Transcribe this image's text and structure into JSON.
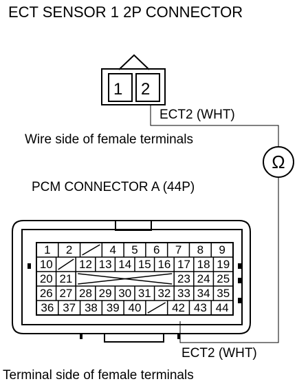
{
  "ect_connector": {
    "title": "ECT SENSOR 1 2P CONNECTOR",
    "pins": [
      "1",
      "2"
    ],
    "side_label": "Wire side of female terminals"
  },
  "wire": {
    "label_top": "ECT2 (WHT)",
    "label_bottom": "ECT2 (WHT)",
    "meter_symbol": "Ω"
  },
  "pcm_connector": {
    "title": "PCM CONNECTOR A (44P)",
    "row1": [
      "1",
      "2",
      "",
      "4",
      "5",
      "6",
      "7",
      "8",
      "9"
    ],
    "row2": [
      "10",
      "",
      "12",
      "13",
      "14",
      "15",
      "16",
      "17",
      "18",
      "19"
    ],
    "row3": [
      "20",
      "21",
      "",
      "",
      "",
      "",
      "",
      "23",
      "24",
      "25"
    ],
    "row4": [
      "26",
      "27",
      "28",
      "29",
      "30",
      "31",
      "32",
      "33",
      "34",
      "35"
    ],
    "row5": [
      "36",
      "37",
      "38",
      "39",
      "40",
      "",
      "42",
      "43",
      "44"
    ],
    "side_label": "Terminal side of female terminals"
  }
}
